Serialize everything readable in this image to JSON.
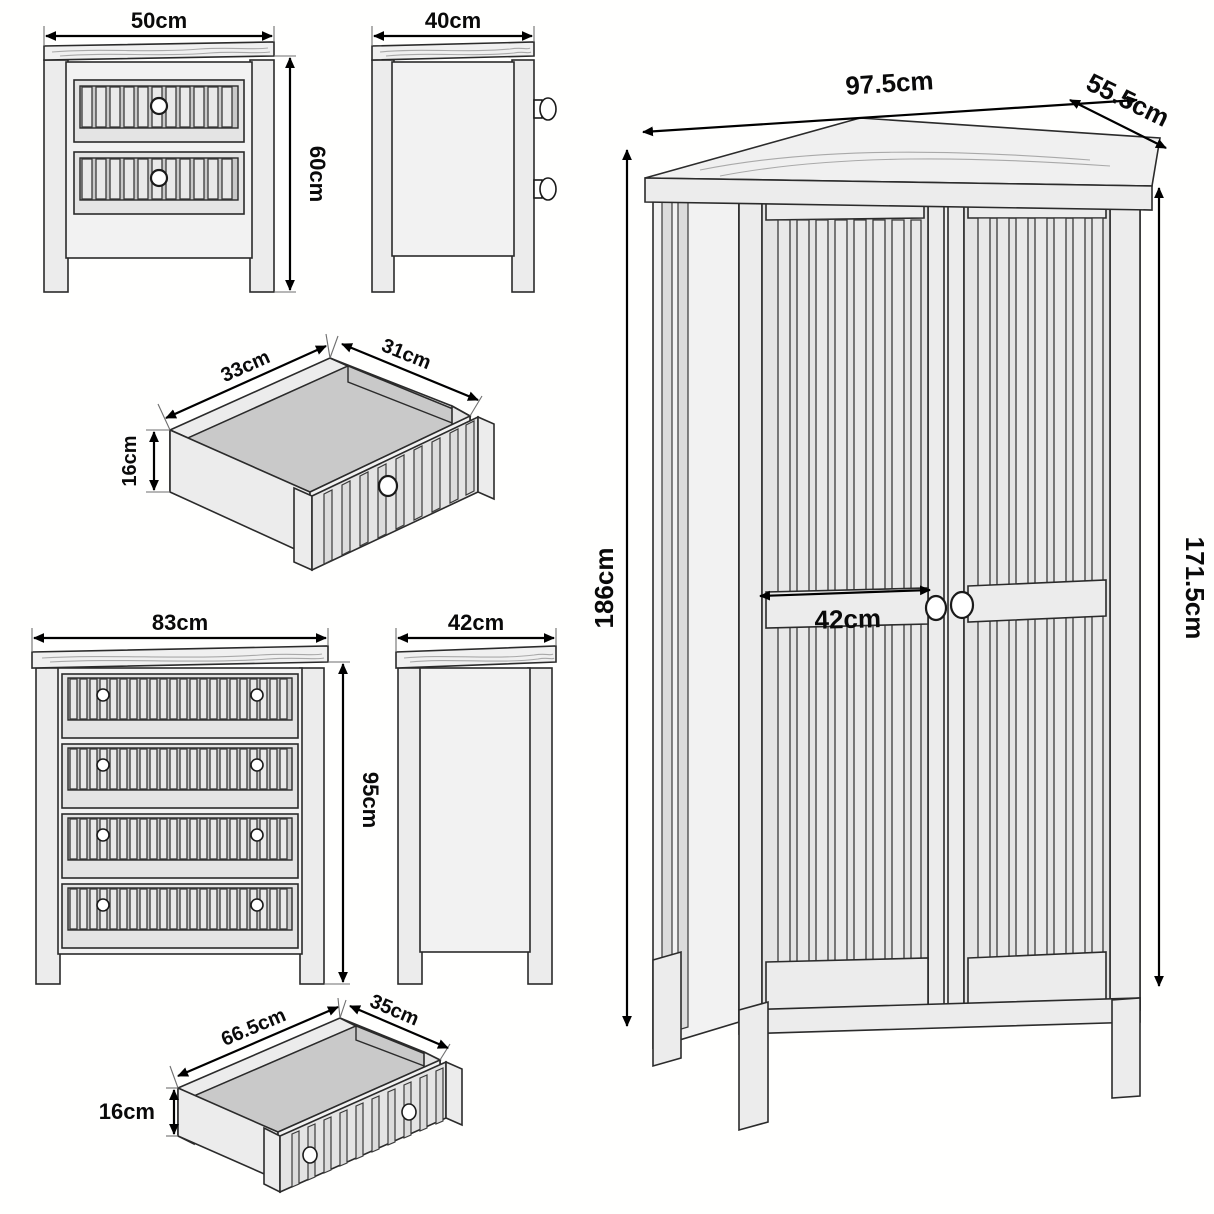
{
  "diagram": {
    "title": "Bedroom Furniture Set Dimension Drawing",
    "background_color": "#ffffff",
    "line_color": "#2b2b2b",
    "fill_color": "#ececec",
    "knob_color": "#ffffff",
    "units": "cm"
  },
  "views": {
    "nightstand_front": {
      "name": "Bedside Table Front View",
      "width_label": "50cm",
      "height_label": "60cm",
      "drawers": 2,
      "knobs_per_drawer": 1
    },
    "nightstand_side": {
      "name": "Bedside Table Side View",
      "depth_label": "40cm",
      "knobs": 2
    },
    "small_drawer": {
      "name": "Bedside Table Drawer Detail",
      "width_label": "33cm",
      "depth_label": "31cm",
      "height_label": "16cm",
      "knobs": 1
    },
    "chest_front": {
      "name": "Chest of Drawers Front View",
      "width_label": "83cm",
      "height_label": "95cm",
      "drawers": 4,
      "knobs_per_drawer": 2
    },
    "chest_side": {
      "name": "Chest of Drawers Side View",
      "depth_label": "42cm"
    },
    "large_drawer": {
      "name": "Chest Drawer Detail",
      "width_label": "66.5cm",
      "depth_label": "35cm",
      "height_label": "16cm",
      "knobs": 2
    },
    "wardrobe": {
      "name": "Two Door Wardrobe Perspective View",
      "width_label": "97.5cm",
      "depth_label": "55.5cm",
      "total_height_label": "186cm",
      "body_height_label": "171.5cm",
      "door_width_label": "42cm",
      "doors": 2,
      "knobs": 2
    }
  },
  "labels": {
    "nightstand_width": "50cm",
    "nightstand_height": "60cm",
    "nightstand_depth": "40cm",
    "small_drawer_width": "33cm",
    "small_drawer_depth": "31cm",
    "small_drawer_height": "16cm",
    "chest_width": "83cm",
    "chest_height": "95cm",
    "chest_depth": "42cm",
    "large_drawer_width": "66.5cm",
    "large_drawer_depth": "35cm",
    "large_drawer_height": "16cm",
    "wardrobe_width": "97.5cm",
    "wardrobe_depth": "55.5cm",
    "wardrobe_total_height": "186cm",
    "wardrobe_body_height": "171.5cm",
    "wardrobe_door_width": "42cm"
  }
}
